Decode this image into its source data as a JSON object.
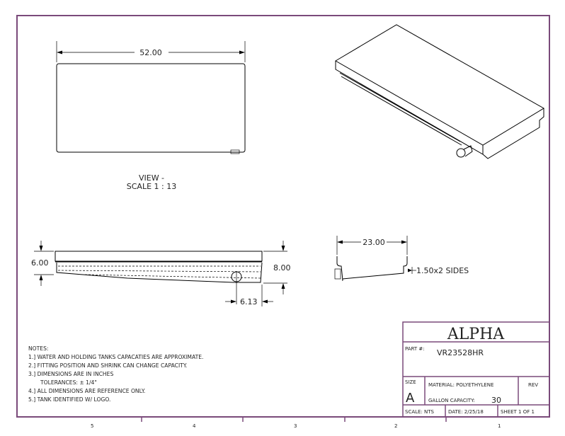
{
  "views": {
    "top_dim": "52.00",
    "view_label": "VIEW -",
    "view_scale": "SCALE 1 : 13",
    "side_height_left": "6.00",
    "side_height_right": "8.00",
    "fitting_offset": "6.13",
    "end_width": "23.00",
    "sides_note": "1.50x2 SIDES"
  },
  "notes": {
    "title": "NOTES:",
    "lines": [
      "1.] WATER AND HOLDING TANKS CAPACATIES ARE APPROXIMATE.",
      "2.] FITTING POSITION AND SHRINK CAN CHANGE CAPACITY.",
      "3.] DIMENSIONS ARE IN INCHES",
      "TOLERANCES: ± 1/4\"",
      "4.] ALL DIMENSIONS ARE REFERENCE ONLY.",
      "5.] TANK IDENTIFIED W/ LOGO."
    ]
  },
  "title_block": {
    "company": "ALPHA",
    "part_label": "PART #:",
    "part_number": "VR23528HR",
    "size_label": "SIZE",
    "size": "A",
    "material": "MATERIAL: POLYETHYLENE",
    "capacity_label": "GALLON CAPACITY:",
    "capacity": "30",
    "rev_label": "REV",
    "scale": "SCALE: NTS",
    "date": "DATE: 2/25/18",
    "sheet": "SHEET 1 OF 1"
  },
  "zones": [
    "5",
    "4",
    "3",
    "2",
    "1"
  ],
  "colors": {
    "border": "#7a4a7a"
  }
}
